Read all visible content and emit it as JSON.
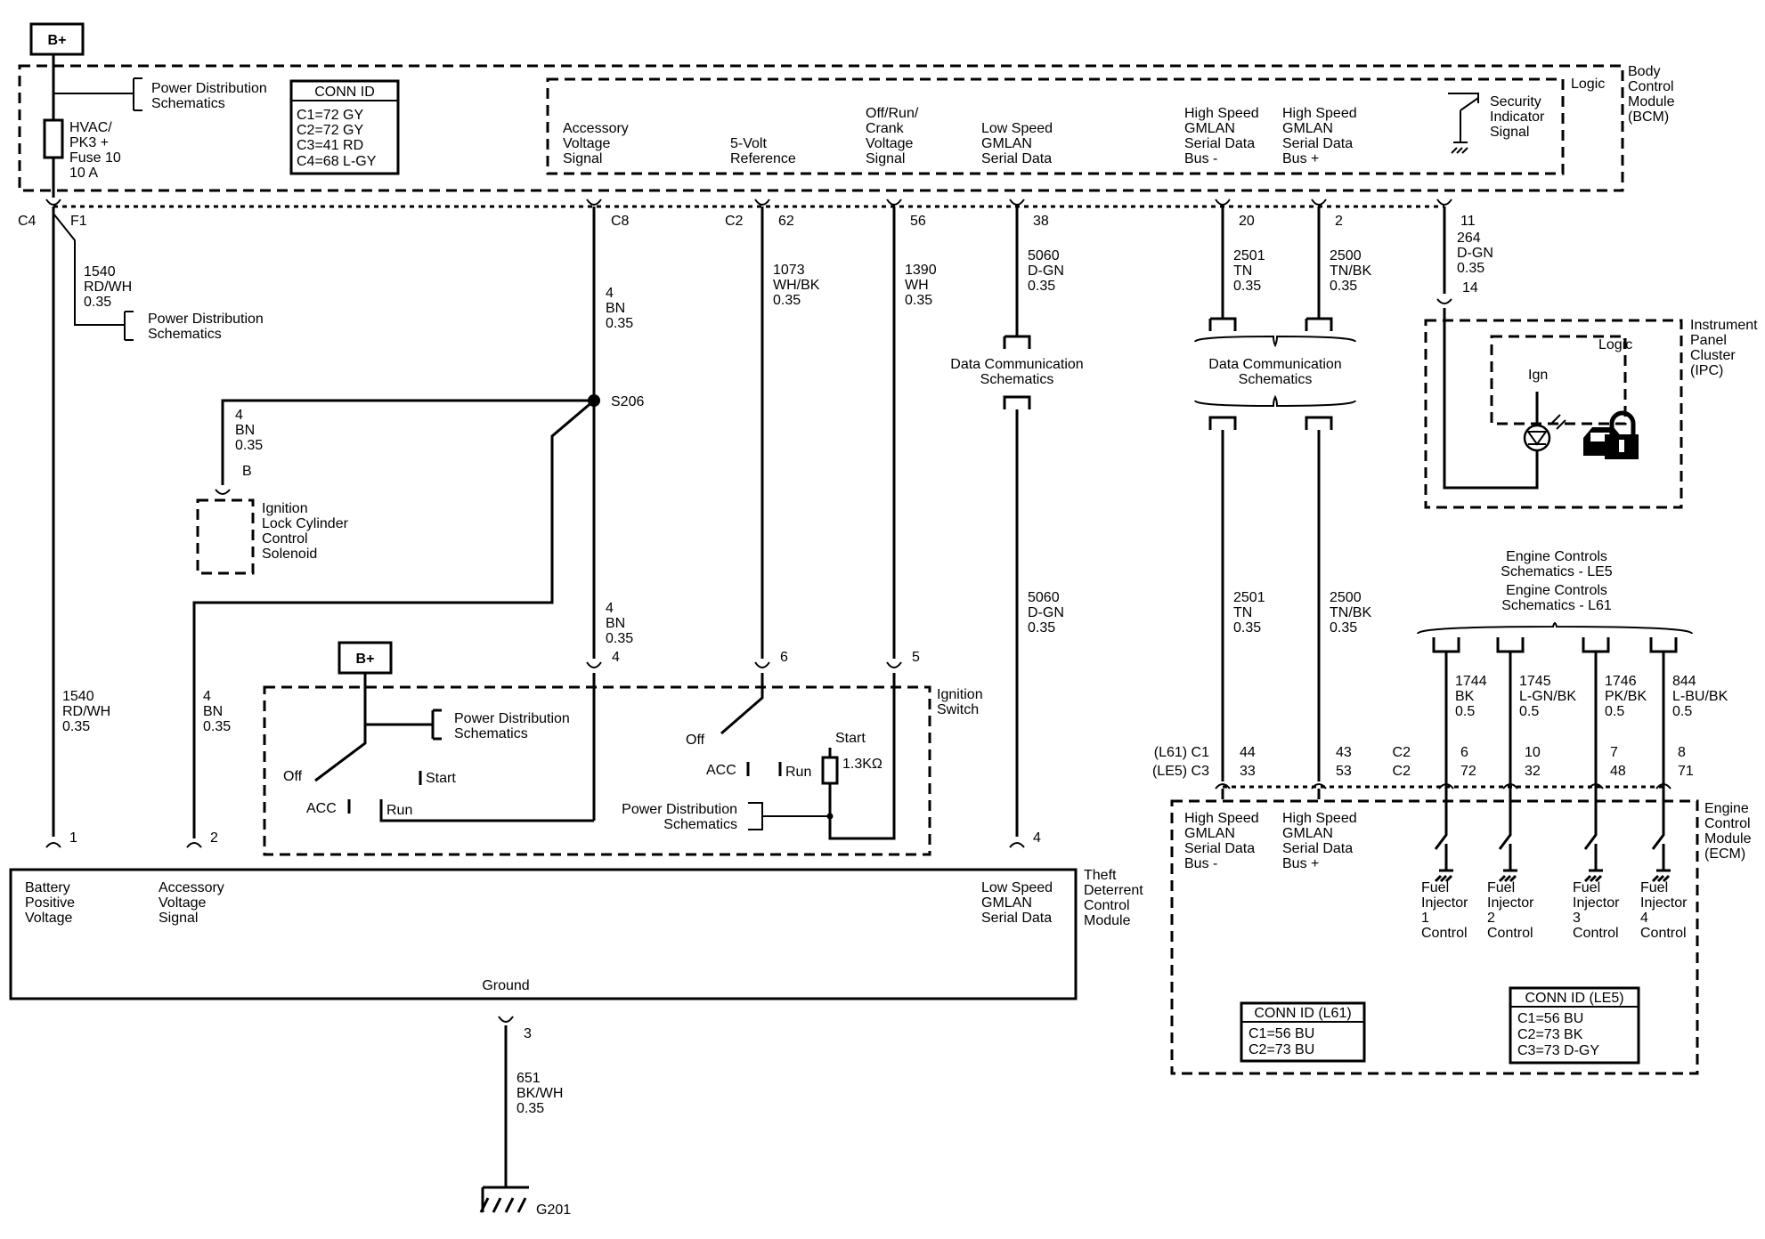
{
  "supply": {
    "b_plus_top": "B+",
    "b_plus_ignition": "B+"
  },
  "bcm": {
    "module_label": [
      "Body",
      "Control",
      "Module",
      "(BCM)"
    ],
    "logic": "Logic",
    "power_dist_top": [
      "Power Distribution",
      "Schematics"
    ],
    "fuse": [
      "HVAC/",
      "PK3 +",
      "Fuse 10",
      "10 A"
    ],
    "conn_id_title": "CONN ID",
    "conn_id_rows": [
      "C1=72 GY",
      "C2=72 GY",
      "C3=41 RD",
      "C4=68 L-GY"
    ],
    "signals": {
      "accessory": [
        "Accessory",
        "Voltage",
        "Signal"
      ],
      "five_volt": [
        "5-Volt",
        "Reference"
      ],
      "off_run_crank": [
        "Off/Run/",
        "Crank",
        "Voltage",
        "Signal"
      ],
      "low_speed": [
        "Low Speed",
        "GMLAN",
        "Serial Data"
      ],
      "hs_minus": [
        "High Speed",
        "GMLAN",
        "Serial Data",
        "Bus -"
      ],
      "hs_plus": [
        "High Speed",
        "GMLAN",
        "Serial Data",
        "Bus +"
      ],
      "security": [
        "Security",
        "Indicator",
        "Signal"
      ]
    },
    "pins": {
      "c4": "C4",
      "f1": "F1",
      "c8": "C8",
      "c2": "C2",
      "p62": "62",
      "p56": "56",
      "p38": "38",
      "p20": "20",
      "p2": "2",
      "p11": "11"
    }
  },
  "wires": {
    "w1540_top": [
      "1540",
      "RD/WH",
      "0.35"
    ],
    "power_dist_mid": [
      "Power Distribution",
      "Schematics"
    ],
    "w4_c8": [
      "4",
      "BN",
      "0.35"
    ],
    "w1073": [
      "1073",
      "WH/BK",
      "0.35"
    ],
    "w1390": [
      "1390",
      "WH",
      "0.35"
    ],
    "w5060_top": [
      "5060",
      "D-GN",
      "0.35"
    ],
    "w2501_top": [
      "2501",
      "TN",
      "0.35"
    ],
    "w2500_top": [
      "2500",
      "TN/BK",
      "0.35"
    ],
    "w264": [
      "264",
      "D-GN",
      "0.35"
    ],
    "splice": "S206",
    "w4_left": [
      "4",
      "BN",
      "0.35"
    ],
    "w4_lower": [
      "4",
      "BN",
      "0.35"
    ],
    "w1540_lower": [
      "1540",
      "RD/WH",
      "0.35"
    ],
    "w4_acc": [
      "4",
      "BN",
      "0.35"
    ],
    "w5060_low": [
      "5060",
      "D-GN",
      "0.35"
    ],
    "w2501_low": [
      "2501",
      "TN",
      "0.35"
    ],
    "w2500_low": [
      "2500",
      "TN/BK",
      "0.35"
    ],
    "w651": [
      "651",
      "BK/WH",
      "0.35"
    ]
  },
  "data_comm_left": [
    "Data Communication",
    "Schematics"
  ],
  "data_comm_right": [
    "Data Communication",
    "Schematics"
  ],
  "solenoid": {
    "pin": "B",
    "label": [
      "Ignition",
      "Lock Cylinder",
      "Control",
      "Solenoid"
    ]
  },
  "ipc": {
    "pin14": "14",
    "label": [
      "Instrument",
      "Panel",
      "Cluster",
      "(IPC)"
    ],
    "logic": "Logic",
    "ign": "Ign"
  },
  "ignition_switch": {
    "label": [
      "Ignition",
      "Switch"
    ],
    "power_dist": [
      "Power Distribution",
      "Schematics"
    ],
    "off_left": "Off",
    "acc_left": "ACC",
    "start_left": "Start",
    "run_left": "Run",
    "off_right": "Off",
    "acc_right": "ACC",
    "run_right": "Run",
    "start_right": "Start",
    "resistor": "1.3KΩ",
    "power_dist_lower": [
      "Power Distribution",
      "Schematics"
    ],
    "pins": {
      "p4": "4",
      "p6": "6",
      "p5": "5"
    }
  },
  "tdcm": {
    "label": [
      "Theft",
      "Deterrent",
      "Control",
      "Module"
    ],
    "battery": [
      "Battery",
      "Positive",
      "Voltage"
    ],
    "accessory": [
      "Accessory",
      "Voltage",
      "Signal"
    ],
    "low_speed": [
      "Low Speed",
      "GMLAN",
      "Serial Data"
    ],
    "ground": "Ground",
    "pins": {
      "p1": "1",
      "p2": "2",
      "p4": "4",
      "p3": "3"
    }
  },
  "ground": {
    "label": "G201"
  },
  "ecm": {
    "label": [
      "Engine",
      "Control",
      "Module",
      "(ECM)"
    ],
    "conn_left": [
      "(L61) C1",
      "(LE5) C3"
    ],
    "pins_hs": [
      "44",
      "33",
      "43",
      "53"
    ],
    "conn_right": [
      "C2",
      "C2"
    ],
    "pins_inj": [
      "6",
      "72",
      "10",
      "32",
      "7",
      "48",
      "8",
      "71"
    ],
    "hs_minus": [
      "High Speed",
      "GMLAN",
      "Serial Data",
      "Bus -"
    ],
    "hs_plus": [
      "High Speed",
      "GMLAN",
      "Serial Data",
      "Bus +"
    ],
    "engine_le5": [
      "Engine Controls",
      "Schematics - LE5"
    ],
    "engine_l61": [
      "Engine Controls",
      "Schematics - L61"
    ],
    "inj_wires": [
      [
        "1744",
        "BK",
        "0.5"
      ],
      [
        "1745",
        "L-GN/BK",
        "0.5"
      ],
      [
        "1746",
        "PK/BK",
        "0.5"
      ],
      [
        "844",
        "L-BU/BK",
        "0.5"
      ]
    ],
    "injectors": [
      [
        "Fuel",
        "Injector",
        "1",
        "Control"
      ],
      [
        "Fuel",
        "Injector",
        "2",
        "Control"
      ],
      [
        "Fuel",
        "Injector",
        "3",
        "Control"
      ],
      [
        "Fuel",
        "Injector",
        "4",
        "Control"
      ]
    ],
    "conn_l61_title": "CONN ID (L61)",
    "conn_l61_rows": [
      "C1=56 BU",
      "C2=73 BU"
    ],
    "conn_le5_title": "CONN ID (LE5)",
    "conn_le5_rows": [
      "C1=56 BU",
      "C2=73 BK",
      "C3=73 D-GY"
    ]
  }
}
